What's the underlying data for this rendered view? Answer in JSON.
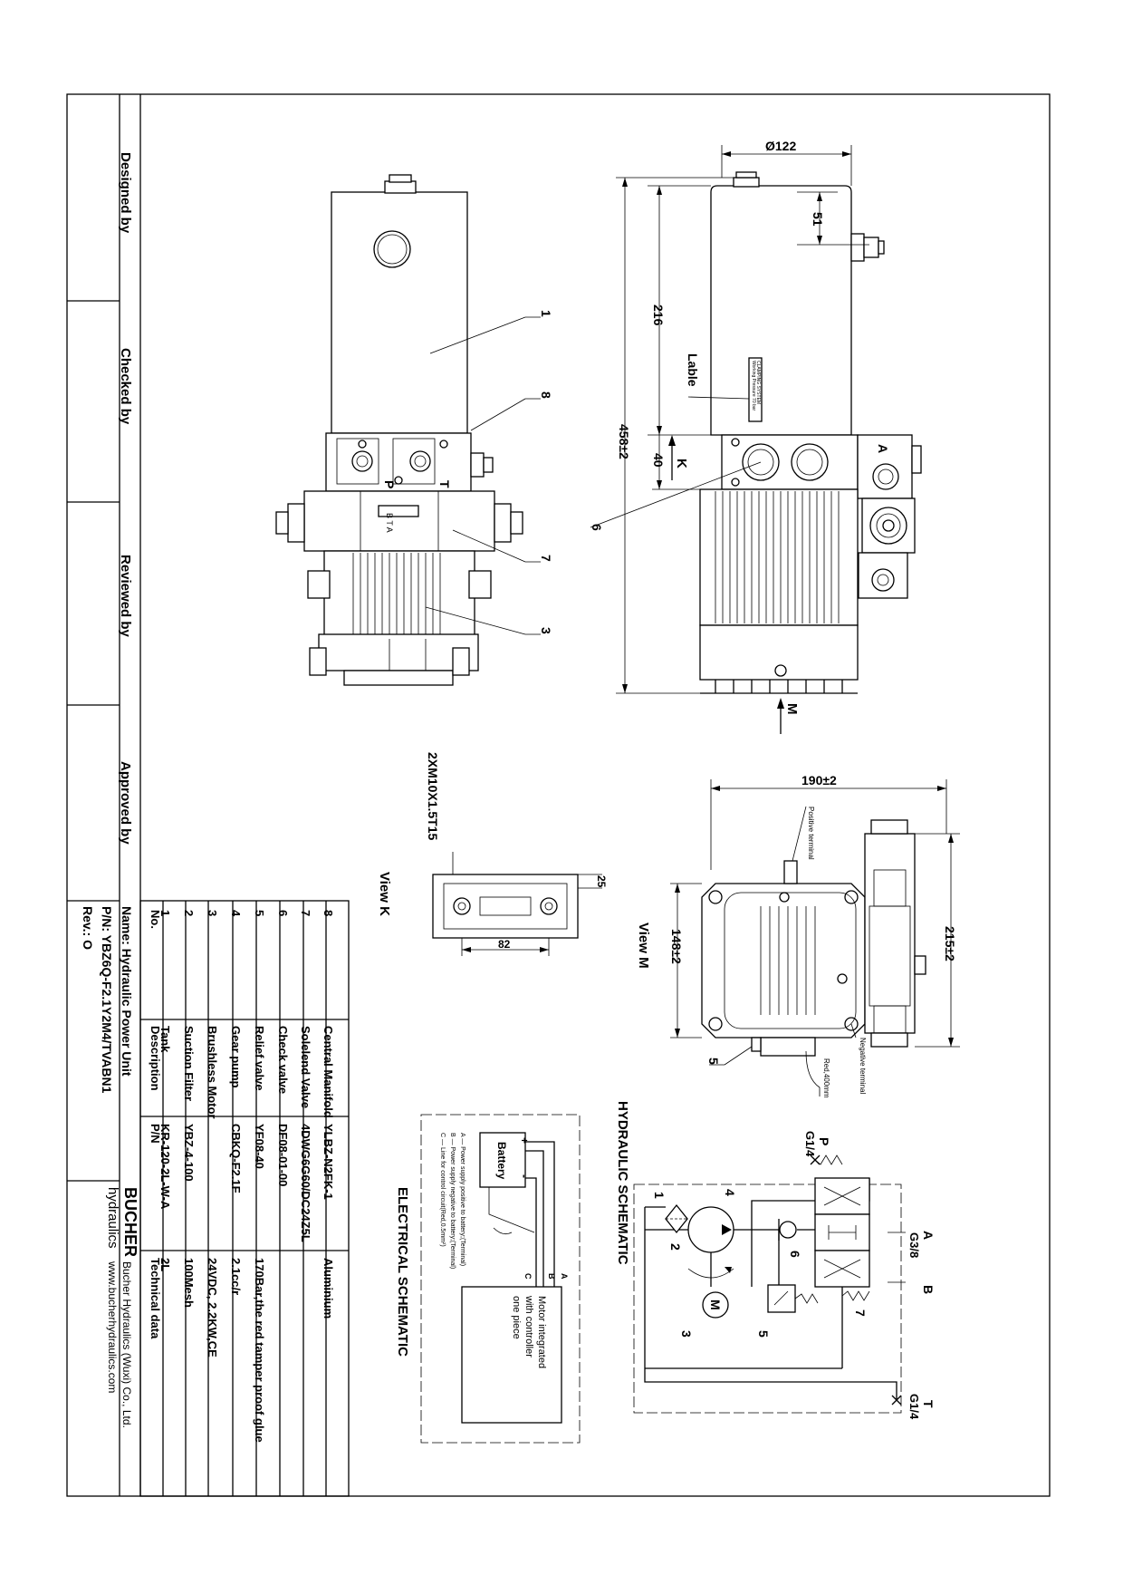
{
  "title_block": {
    "designed_by": "Designed by",
    "checked_by": "Checked by",
    "reviewed_by": "Reviewed by",
    "approved_by": "Approved by",
    "name": "Name: Hydraulic Power Unit",
    "pn": "P/N: YBZ6Q-F2.1Y2M4/TVABN1",
    "rev": "Rev.: O",
    "company_logo": "BUCHER",
    "company_sub": "hydraulics",
    "company_name": "Bucher Hydraulics (Wuxi) Co., Ltd.",
    "company_web": "www.bucherhydraulics.com"
  },
  "parts_table": {
    "header": {
      "no": "No.",
      "description": "Description",
      "pn": "P/N",
      "tech": "Technical data"
    },
    "rows": [
      {
        "no": "8",
        "description": "Central Manifold",
        "pn": "YLBZ-N2FK-1",
        "tech": "Aluminium"
      },
      {
        "no": "7",
        "description": "Solelend Valve",
        "pn": "4DWG6G60/DC24Z5L",
        "tech": ""
      },
      {
        "no": "6",
        "description": "Check valve",
        "pn": "DF08-01-00",
        "tech": ""
      },
      {
        "no": "5",
        "description": "Relief valve",
        "pn": "YF08-40",
        "tech": "170Bar,the red tamper proof glue"
      },
      {
        "no": "4",
        "description": "Gear pump",
        "pn": "CBKQ-F2.1F",
        "tech": "2.1cc/r"
      },
      {
        "no": "3",
        "description": "Brushless Motor",
        "pn": "",
        "tech": "24VDC, 2.2KW,CE"
      },
      {
        "no": "2",
        "description": "Suction Filter",
        "pn": "YBZ-4-100",
        "tech": "100Mesh"
      },
      {
        "no": "1",
        "description": "Tank",
        "pn": "KR-120-2L-W-A",
        "tech": "2L"
      }
    ]
  },
  "dimensions": {
    "dia": "Ø122",
    "d51": "51",
    "d216": "216",
    "d458": "458±2",
    "d40": "40",
    "d190": "190±2",
    "d215": "215±2",
    "d148": "148±2",
    "d25": "25",
    "d82": "82",
    "thread": "2XM10X1.5T15"
  },
  "labels": {
    "lable": "Lable",
    "view_k": "View K",
    "view_m": "View M",
    "k": "K",
    "m": "M",
    "a": "A",
    "p": "P",
    "t": "T",
    "valve_mark": "B T A",
    "positive_terminal": "Positive terminal",
    "negative_terminal": "Negative terminal",
    "red_wire": "Red,400mm",
    "label_line1": "CLAMPING SYSTEM",
    "label_line2": "Working Pressure 70 bar"
  },
  "balloons": [
    "1",
    "8",
    "6",
    "7",
    "3",
    "5"
  ],
  "hydraulic": {
    "title": "HYDRAULIC SCHEMATIC",
    "port_p": "P",
    "port_p_size": "G1/4",
    "port_t": "T",
    "port_t_size": "G1/4",
    "port_a": "A",
    "port_b": "B",
    "port_ab_size": "G3/8",
    "motor": "M",
    "nums": [
      "1",
      "2",
      "3",
      "4",
      "5",
      "6",
      "7"
    ]
  },
  "electrical": {
    "title": "ELECTRICAL SCHEMATIC",
    "battery": "Battery",
    "plus": "+",
    "minus": "-",
    "a": "A",
    "b": "B",
    "c": "C",
    "legend": [
      "A — Power supply positive to battery;(Terminal)",
      "B — Power supply negative to battery;(Terminal)",
      "C — Line for control circuit(Red,0.5mm²)"
    ],
    "motor_note": [
      "Motor integrated",
      "with controller",
      "one piece"
    ]
  }
}
